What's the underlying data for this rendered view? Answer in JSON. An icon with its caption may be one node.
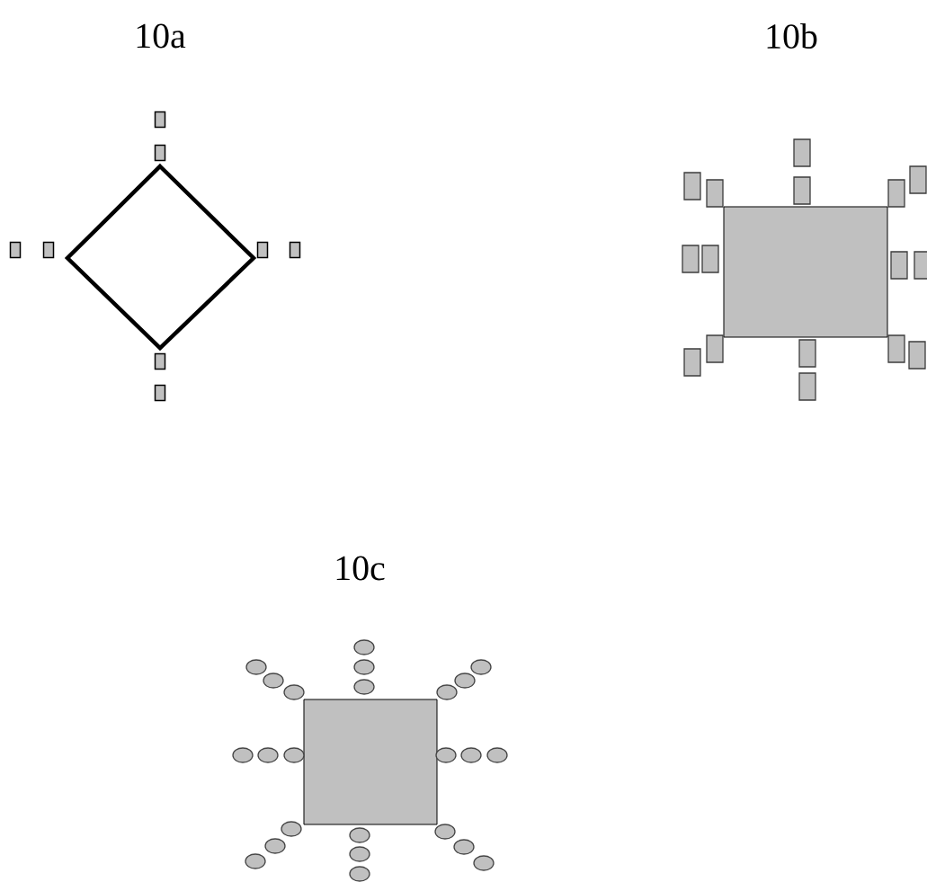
{
  "diagram": {
    "labels": [
      "10a",
      "10b",
      "10c"
    ]
  }
}
